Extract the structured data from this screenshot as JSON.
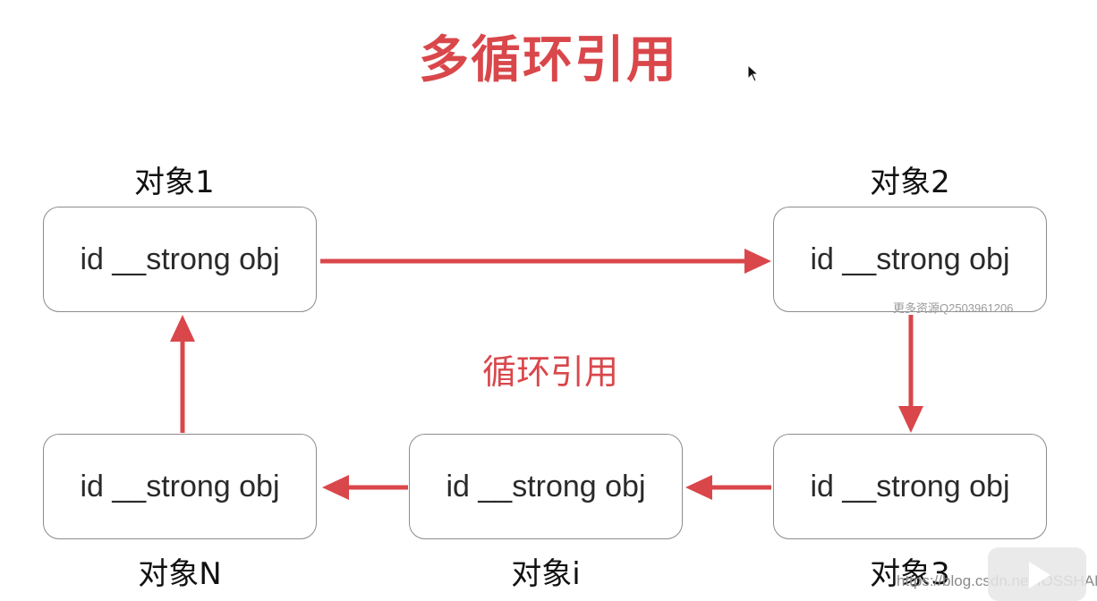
{
  "title": "多循环引用",
  "center_label": "循环引用",
  "nodes": [
    {
      "label": "对象1",
      "content": "id __strong obj"
    },
    {
      "label": "对象2",
      "content": "id __strong obj"
    },
    {
      "label": "对象3",
      "content": "id __strong obj"
    },
    {
      "label": "对象i",
      "content": "id __strong obj"
    },
    {
      "label": "对象N",
      "content": "id __strong obj"
    }
  ],
  "edges": [
    {
      "from": "对象1",
      "to": "对象2"
    },
    {
      "from": "对象2",
      "to": "对象3"
    },
    {
      "from": "对象3",
      "to": "对象i"
    },
    {
      "from": "对象i",
      "to": "对象N"
    },
    {
      "from": "对象N",
      "to": "对象1"
    }
  ],
  "watermark": "更多资源Q2503961206",
  "source_url": "https://blog.csdn.net/IOSSHAN",
  "colors": {
    "accent": "#d9474b",
    "border": "#8c8c8c",
    "text": "#2a2a2a"
  },
  "icons": [
    "mouse-cursor-icon",
    "play-icon"
  ]
}
